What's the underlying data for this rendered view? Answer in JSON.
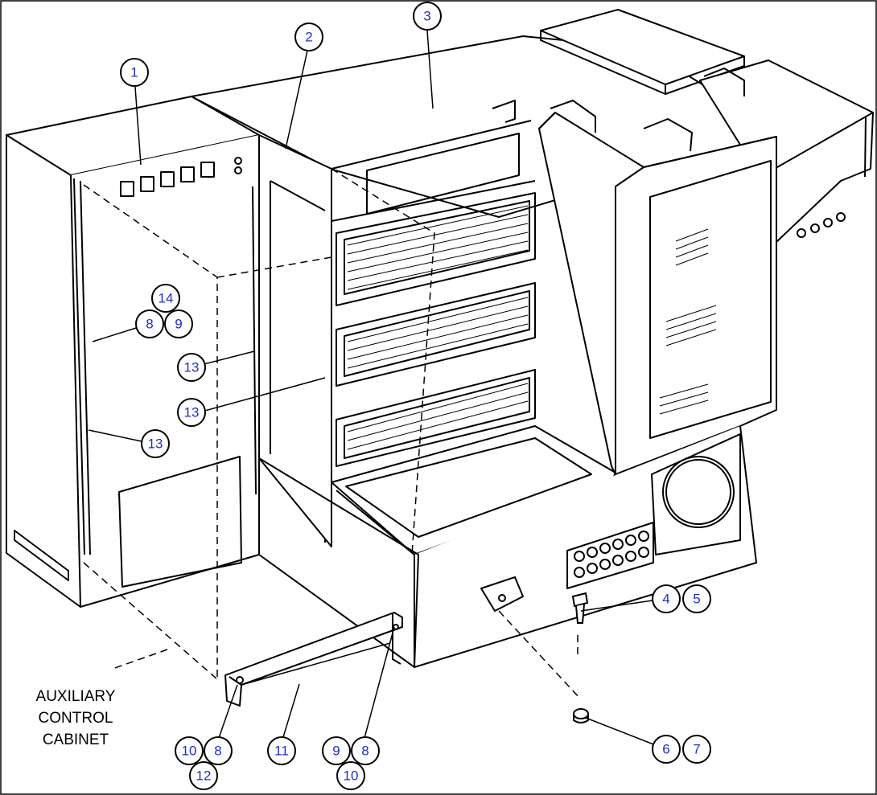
{
  "diagram": {
    "callouts": [
      "1",
      "2",
      "3",
      "4",
      "5",
      "6",
      "7",
      "8",
      "9",
      "10",
      "11",
      "12",
      "13",
      "14"
    ],
    "caption": {
      "line1": "AUXILIARY",
      "line2": "CONTROL",
      "line3": "CABINET"
    },
    "colors": {
      "callout_text": "#1f2fc8",
      "line": "#000000",
      "background": "#ffffff"
    }
  }
}
